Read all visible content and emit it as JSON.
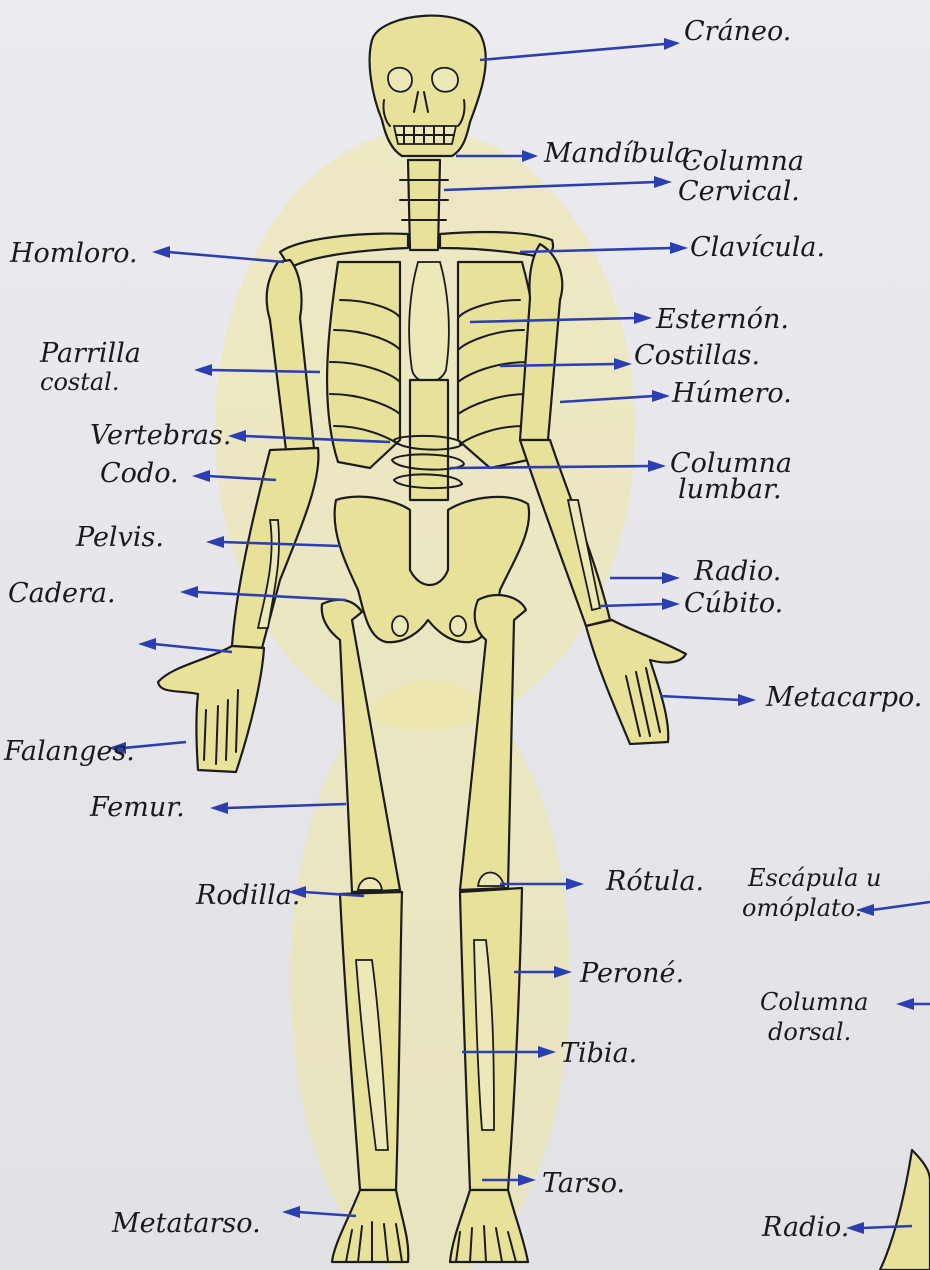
{
  "labels": {
    "craneo": "Cráneo.",
    "mandibula": "Mandíbula.",
    "columna_cervical_1": "Columna",
    "columna_cervical_2": "Cervical.",
    "hombro": "Homloro.",
    "clavicula": "Clavícula.",
    "esternon": "Esternón.",
    "parrilla_1": "Parrilla",
    "parrilla_2": "costal.",
    "costillas": "Costillas.",
    "humero": "Húmero.",
    "vertebras": "Vertebras.",
    "codo": "Codo.",
    "columna_lumbar_1": "Columna",
    "columna_lumbar_2": "lumbar.",
    "pelvis": "Pelvis.",
    "radio": "Radio.",
    "cadera": "Cadera.",
    "cubito": "Cúbito.",
    "metacarpo": "Metacarpo.",
    "falanges": "Falanges.",
    "femur": "Femur.",
    "rodilla": "Rodilla.",
    "rotula": "Rótula.",
    "escapula_1": "Escápula u",
    "escapula_2": "omóplato.",
    "perone": "Peroné.",
    "columna_dorsal_1": "Columna",
    "columna_dorsal_2": "dorsal.",
    "tibia": "Tibia.",
    "tarso": "Tarso.",
    "metatarso": "Metatarso.",
    "radio_2": "Radio."
  },
  "colors": {
    "bone_fill": "#e8e19a",
    "ink": "#1c1c1c",
    "arrow": "#2c3fb0",
    "paper": "#e9e8ec"
  }
}
